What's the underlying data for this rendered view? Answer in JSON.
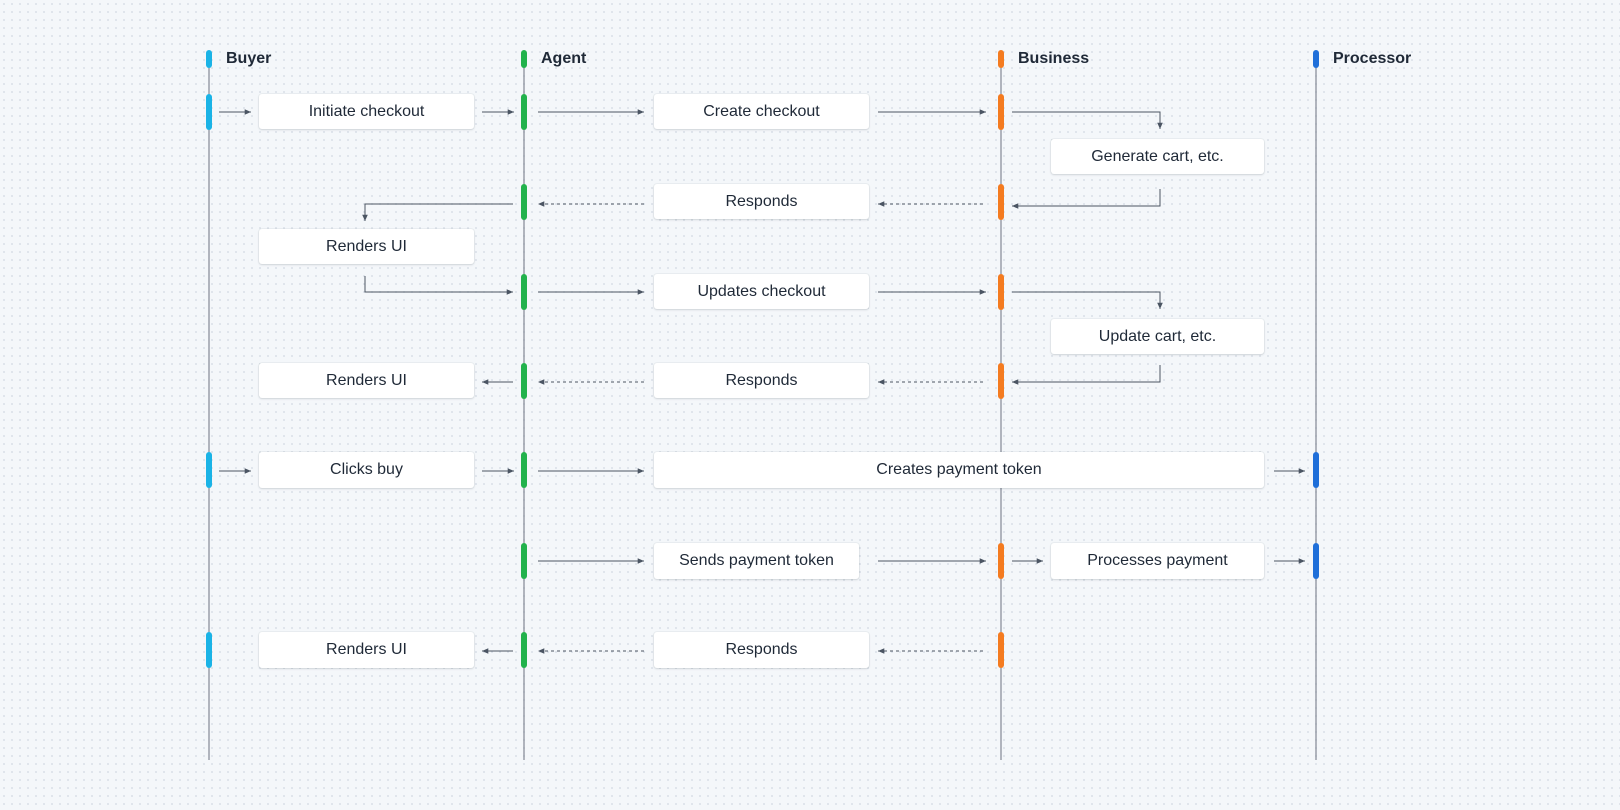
{
  "colors": {
    "background": "#f4f7fa",
    "lifeline": "#6b7280",
    "arrow": "#4b5563",
    "buyer": "#1ab3e6",
    "agent": "#22b24c",
    "business": "#f47b20",
    "processor": "#1f6fd9"
  },
  "lanes": [
    {
      "id": "buyer",
      "label": "Buyer"
    },
    {
      "id": "agent",
      "label": "Agent"
    },
    {
      "id": "business",
      "label": "Business"
    },
    {
      "id": "processor",
      "label": "Processor"
    }
  ],
  "steps": {
    "initiate_checkout": "Initiate checkout",
    "create_checkout": "Create checkout",
    "generate_cart": "Generate cart, etc.",
    "responds_1": "Responds",
    "renders_ui_1": "Renders UI",
    "updates_checkout": "Updates checkout",
    "update_cart": "Update cart, etc.",
    "renders_ui_2": "Renders UI",
    "responds_2": "Responds",
    "clicks_buy": "Clicks buy",
    "creates_payment_token": "Creates payment token",
    "sends_payment_token": "Sends payment token",
    "processes_payment": "Processes payment",
    "renders_ui_3": "Renders UI",
    "responds_3": "Responds"
  }
}
